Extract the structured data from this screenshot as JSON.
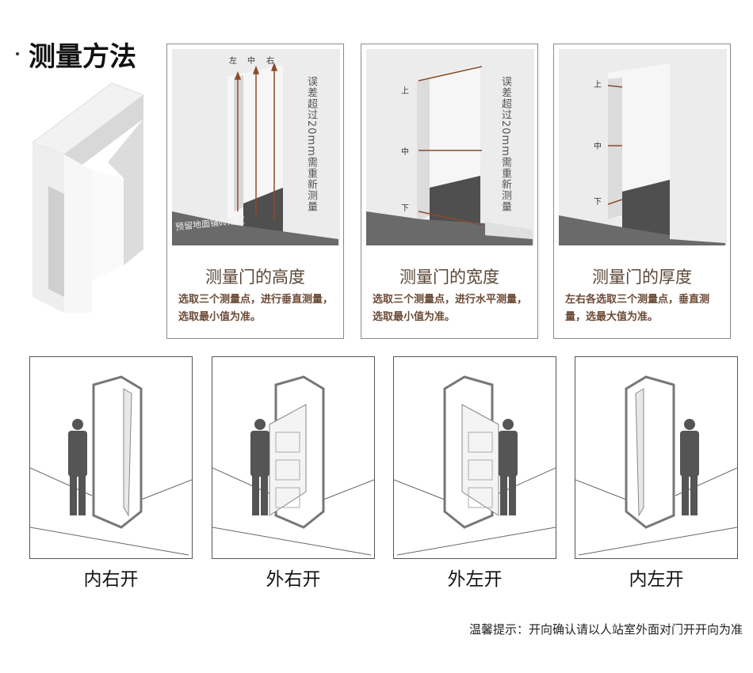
{
  "title": "测量方法",
  "panels": [
    {
      "title": "测量门的高度",
      "desc": "选取三个测量点，进行垂直测量，选取最小值为准。",
      "note": "误差超过20mm需重新测量",
      "labels": [
        "左",
        "中",
        "右"
      ],
      "floor_label": "预留地面铺砖厚度"
    },
    {
      "title": "测量门的宽度",
      "desc": "选取三个测量点，进行水平测量，选取最小值为准。",
      "note": "误差超过20mm需重新测量",
      "labels": [
        "上",
        "中",
        "下"
      ]
    },
    {
      "title": "测量门的厚度",
      "desc": "左右各选取三个测量点，垂直测量，选最大值为准。",
      "labels": [
        "上",
        "中",
        "下"
      ]
    }
  ],
  "door_types": [
    "内右开",
    "外右开",
    "外左开",
    "内左开"
  ],
  "footer": "温馨提示：开向确认请以人站室外面对门开开向为准",
  "colors": {
    "arrow": "#8b4a2b",
    "floor": "#5e5e5e",
    "wall": "#e8e8e8"
  }
}
